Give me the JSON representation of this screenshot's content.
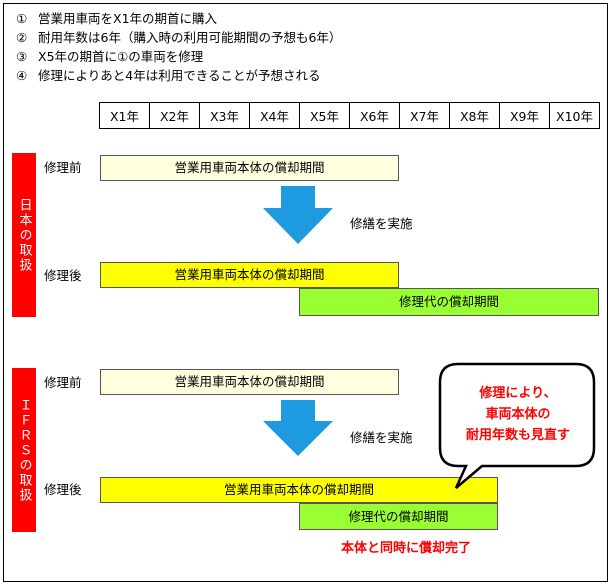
{
  "notes": [
    {
      "num": "①",
      "text": "営業用車両をX1年の期首に購入"
    },
    {
      "num": "②",
      "text": "耐用年数は6年（購入時の利用可能期間の予想も6年）"
    },
    {
      "num": "③",
      "text": "X5年の期首に①の車両を修理"
    },
    {
      "num": "④",
      "text": "修理によりあと4年は利用できることが予想される"
    }
  ],
  "years": [
    "X1年",
    "X2年",
    "X3年",
    "X4年",
    "X5年",
    "X6年",
    "X7年",
    "X8年",
    "X9年",
    "X10年"
  ],
  "japan": {
    "side_label": "日本の取扱",
    "before_label": "修理前",
    "after_label": "修理後",
    "vehicle_bar": "営業用車両本体の償却期間",
    "repair_bar": "修理代の償却期間",
    "arrow_label": "修繕を実施"
  },
  "ifrs": {
    "side_label": "ＩＦＲＳの取扱",
    "before_label": "修理前",
    "after_label": "修理後",
    "vehicle_bar": "営業用車両本体の償却期間",
    "repair_bar": "修理代の償却期間",
    "arrow_label": "修繕を実施"
  },
  "callout": {
    "lines": [
      "修理により、",
      "車両本体の",
      "耐用年数も見直す"
    ]
  },
  "completion_note": "本体と同時に償却完了",
  "colors": {
    "side_label": "#ff0000",
    "arrow": "#1e9be0",
    "pale_bar": "#ffffe0",
    "yellow_bar": "#ffff00",
    "green_bar": "#99ff33",
    "emphasis_text": "#ff0000"
  }
}
